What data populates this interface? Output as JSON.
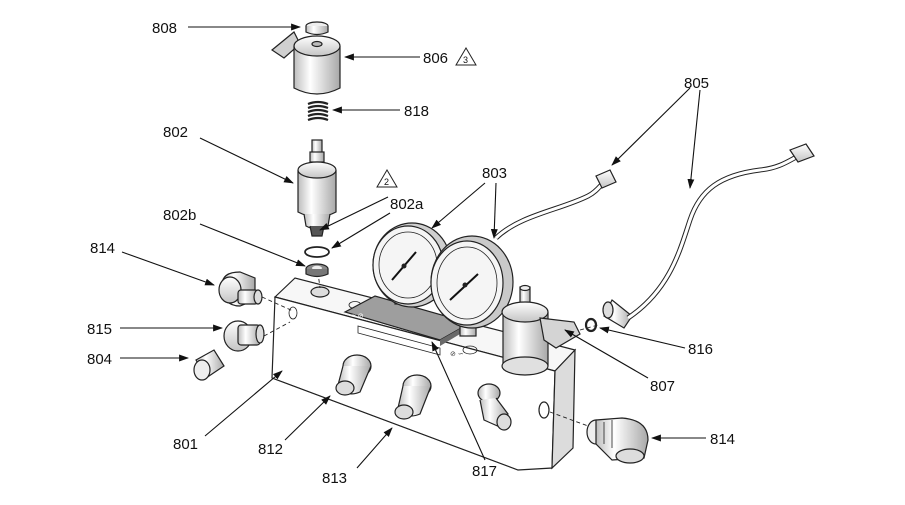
{
  "callouts": {
    "c808": "808",
    "c806": "806",
    "c806_warning": "3",
    "c818": "818",
    "c802": "802",
    "c802_warning": "2",
    "c802b": "802b",
    "c802a": "802a",
    "c814_left": "814",
    "c815": "815",
    "c804": "804",
    "c803": "803",
    "c805": "805",
    "c816": "816",
    "c807": "807",
    "c801": "801",
    "c812": "812",
    "c813": "813",
    "c817": "817",
    "c814_right": "814"
  },
  "colors": {
    "line": "#222222",
    "part_fill": "#ffffff",
    "shade_light": "#e6e6e6",
    "shade_mid": "#c8c8c8",
    "shade_dark": "#9a9a9a",
    "gauge_face": "#f4f4f4"
  }
}
